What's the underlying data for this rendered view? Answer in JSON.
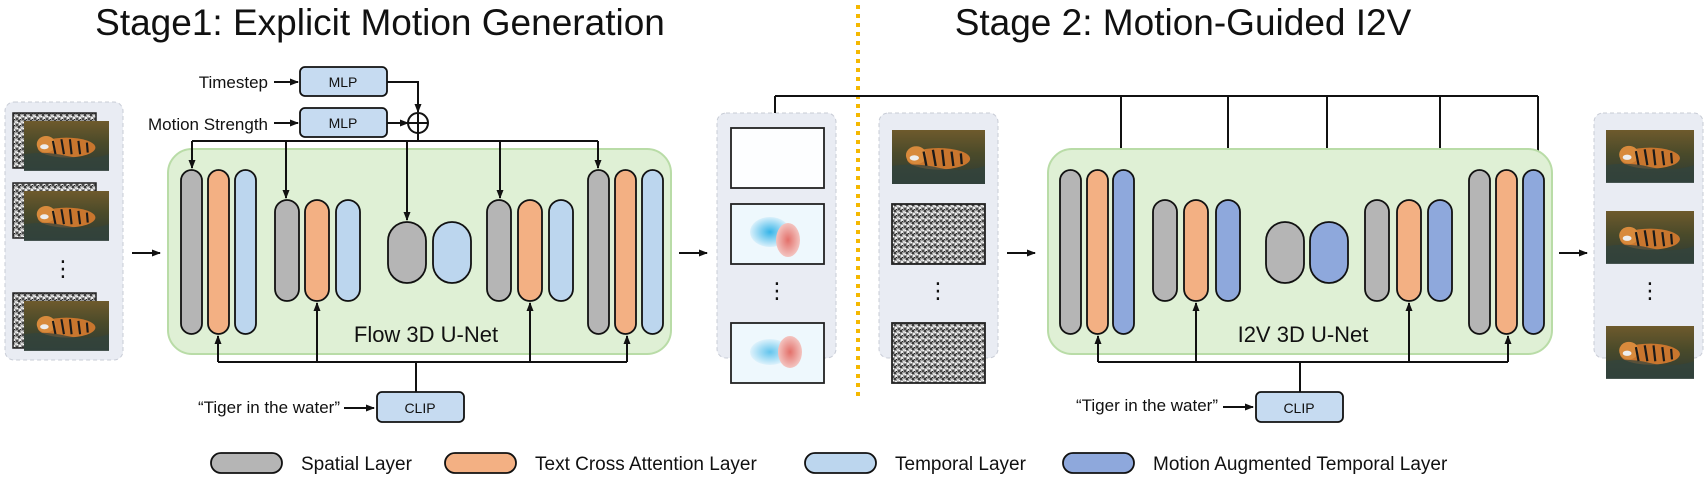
{
  "stage1": {
    "title": "Stage1: Explicit Motion Generation",
    "timestep_label": "Timestep",
    "motion_strength_label": "Motion Strength",
    "mlp_label": "MLP",
    "unet_label": "Flow 3D U-Net",
    "prompt": "“Tiger in the water”",
    "clip_label": "CLIP"
  },
  "stage2": {
    "title": "Stage 2: Motion-Guided I2V",
    "unet_label": "I2V 3D U-Net",
    "prompt": "“Tiger in the water”",
    "clip_label": "CLIP"
  },
  "ellipsis": "⋮",
  "legend": {
    "spatial": "Spatial Layer",
    "text_cross_attention": "Text Cross Attention Layer",
    "temporal": "Temporal Layer",
    "motion_augmented_temporal": "Motion Augmented Temporal Layer"
  },
  "colors": {
    "spatial": "#b5b5b5",
    "text_cross_attention": "#f3b083",
    "temporal": "#bcd6ee",
    "motion_augmented_temporal": "#8ea8dc",
    "unet_background": "#dff0d5",
    "unet_border": "#b9dca7",
    "frame_panel": "#e9ecf3",
    "mlp_box": "#c6dbf1",
    "divider": "#f5b800"
  },
  "icons": {
    "adder": "circle-plus-icon",
    "tiger_frame": "tiger-photo",
    "noise_frame": "gaussian-noise",
    "flow_frame": "optical-flow-map"
  }
}
